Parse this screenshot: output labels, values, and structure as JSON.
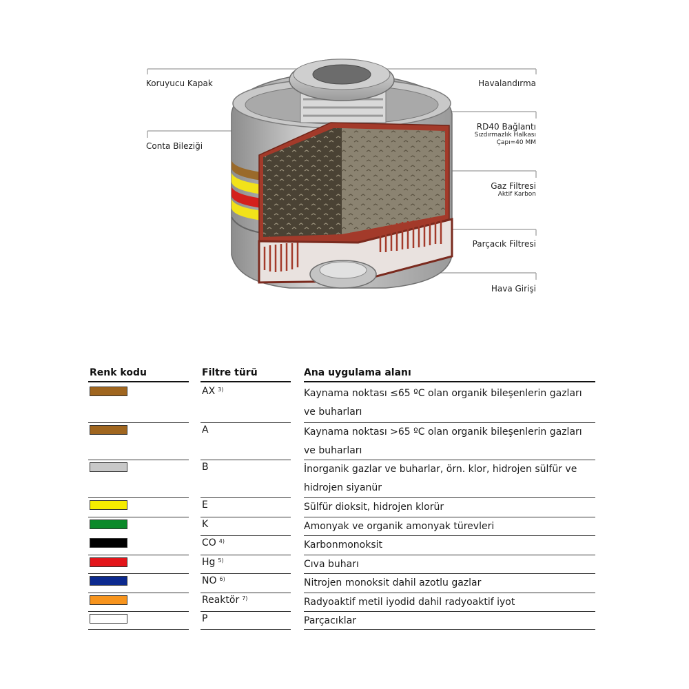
{
  "diagram": {
    "labels_left": {
      "protective_cap": "Koruyucu Kapak",
      "seal_ring": "Conta Bileziği"
    },
    "labels_right": {
      "vent": "Havalandırma",
      "rd40_title": "RD40 Bağlantı",
      "rd40_sub1": "Sızdırmazlık Halkası",
      "rd40_sub2": "Çapı=40 MM",
      "gas_title": "Gaz Filtresi",
      "gas_sub": "Aktif Karbon",
      "particle": "Parçacık Filtresi",
      "air_inlet": "Hava Girişi"
    },
    "colors": {
      "canister_gray": "#b5b5b5",
      "cut_red": "#a33a2a",
      "carbon_dark": "#4a4234",
      "carbon_light": "#8b8371",
      "band_brown": "#9a6a2a",
      "band_yellow": "#f2e21a",
      "band_red": "#d4201c"
    }
  },
  "table": {
    "headers": {
      "color": "Renk kodu",
      "type": "Filtre türü",
      "application": "Ana uygulama alanı"
    },
    "rows": [
      {
        "code": "AX",
        "note": "3)",
        "colors": [
          "#a0661f"
        ],
        "line1": "Kaynama noktası ≤65 ºC olan organik bileşenlerin gazları",
        "line2": "ve buharları"
      },
      {
        "code": "A",
        "note": "",
        "colors": [
          "#a0661f"
        ],
        "line1": "Kaynama noktası >65 ºC olan organik bileşenlerin gazları",
        "line2": "ve buharları"
      },
      {
        "code": "B",
        "note": "",
        "colors": [
          "#c8c8c8"
        ],
        "line1": "İnorganik gazlar ve buharlar, örn. klor, hidrojen sülfür ve",
        "line2": "hidrojen siyanür"
      },
      {
        "code": "E",
        "note": "",
        "colors": [
          "#f5ec00"
        ],
        "line1": "Sülfür dioksit, hidrojen klorür",
        "line2": ""
      },
      {
        "code": "K",
        "note": "",
        "colors": [
          "#0b8a2a"
        ],
        "line1": "Amonyak ve organik amonyak türevleri",
        "line2": ""
      },
      {
        "code": "CO",
        "note": "4)",
        "colors": [
          "#000000"
        ],
        "line1": "Karbonmonoksit",
        "line2": ""
      },
      {
        "code": "Hg",
        "note": "5)",
        "colors": [
          "#e3151a"
        ],
        "line1": "Cıva buharı",
        "line2": ""
      },
      {
        "code": "NO",
        "note": "6)",
        "colors": [
          "#0c2a8f"
        ],
        "line1": "Nitrojen monoksit dahil azotlu gazlar",
        "line2": ""
      },
      {
        "code": "Reaktör",
        "note": "7)",
        "colors": [
          "#f7941d"
        ],
        "line1": "Radyoaktif metil iyodid dahil radyoaktif iyot",
        "line2": ""
      },
      {
        "code": "P",
        "note": "",
        "colors": [
          "#ffffff"
        ],
        "line1": "Parçacıklar",
        "line2": ""
      }
    ]
  }
}
